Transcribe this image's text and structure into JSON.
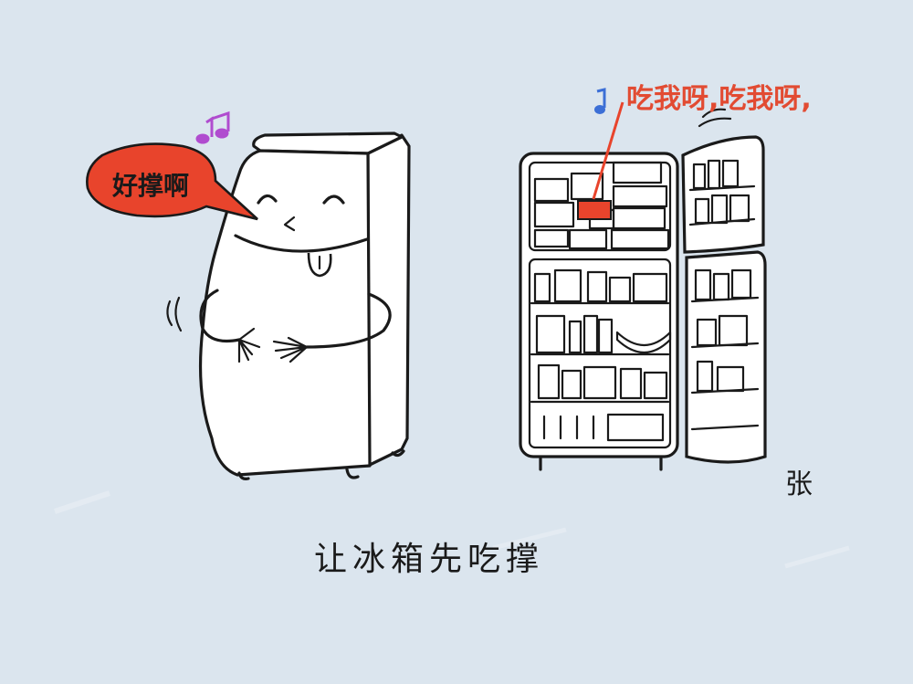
{
  "speech_left": "好撑啊",
  "speech_right": "吃我呀,吃我呀,",
  "caption": "让冰箱先吃撑",
  "signature": "张",
  "colors": {
    "background": "#dbe5ee",
    "speech_bubble": "#e8442c",
    "speech_right_text": "#e24b32",
    "note_purple": "#b04ccf",
    "note_blue": "#3c6fd6",
    "ink": "#1a1a1a"
  },
  "icons": [
    "music-note-icon",
    "music-note-icon"
  ]
}
